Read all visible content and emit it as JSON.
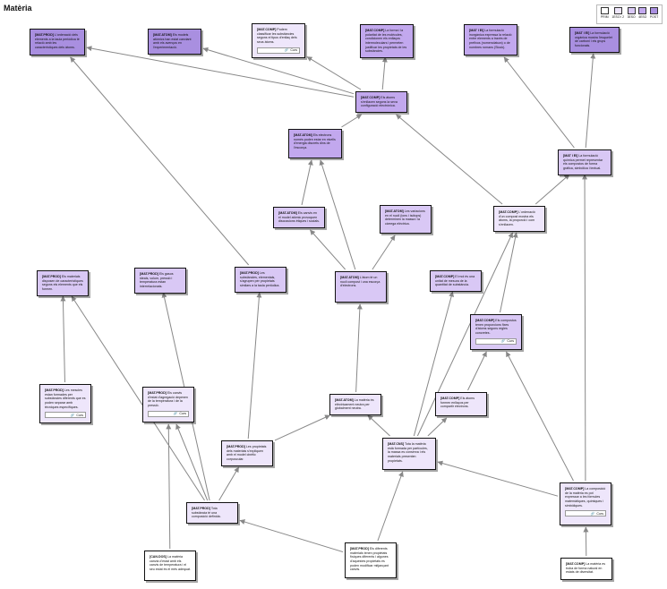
{
  "title": "Matèria",
  "curs_label": "Curs",
  "legend": [
    {
      "label": "PRIM",
      "color": "#ffffff"
    },
    {
      "label": "1ESO i 2",
      "color": "#eee6fb"
    },
    {
      "label": "3ESO",
      "color": "#d9c8f5"
    },
    {
      "label": "4ESO",
      "color": "#c2a8ee"
    },
    {
      "label": "POST",
      "color": "#a98fe0"
    }
  ],
  "nodes": [
    {
      "id": "n1",
      "code": "[MAT.PROD]",
      "text": "L'ordenació dels elements a la taula periòdica té relació amb les característiques dels àtoms.",
      "level": 4
    },
    {
      "id": "n2",
      "code": "[MAT.ATOM]",
      "text": "Els models atòmics han estat canviant amb els avenços en l'experimentació.",
      "level": 4
    },
    {
      "id": "n3",
      "code": "[MAT.COMP]",
      "text": "Podem classificar les substàncies segons el tipus d'enllaç dels seus àtoms.",
      "level": 1,
      "curs": true
    },
    {
      "id": "n4",
      "code": "[MAT.COMP]",
      "text": "La forma i la polaritat de les molècules, condicionen els enllaços intermoleculars i permeten justificar les propietats de les substàncies.",
      "level": 3
    },
    {
      "id": "n5",
      "code": "[MAT I EI]",
      "text": "La formulació inorgànica expressa la relació entre elements a través de prefixos (nomenclatura) o de nombres romans (Stock).",
      "level": 3
    },
    {
      "id": "n6",
      "code": "[MAT I EI]",
      "text": "La formulació orgànica mostra l'esquelet de carboni i els grups funcionals.",
      "level": 4
    },
    {
      "id": "n7",
      "code": "[MAT.COMP]",
      "text": "Els àtoms s'enllacen segons la seva configuració electrònica.",
      "level": 3
    },
    {
      "id": "n8",
      "code": "[MAT.ATOM]",
      "text": "Els electrons només poden estar en nivells d'energia discrets dins de l'escorça.",
      "level": 3
    },
    {
      "id": "n9",
      "code": "[MAT I EI]",
      "text": "La formulació química permet representar els compostos de forma gràfica, simbòlica i textual.",
      "level": 2
    },
    {
      "id": "n10",
      "code": "[MAT.ATOM]",
      "text": "Els canvis en el model atòmic provoquen discussions ètiques i socials.",
      "level": 2
    },
    {
      "id": "n11",
      "code": "[MAT.ATOM]",
      "text": "Les variacions en el nucli (ions i isòtops) determinen la massa i la càrrega elèctrica.",
      "level": 2
    },
    {
      "id": "n12",
      "code": "[MAT.COMP]",
      "text": "L'ordenació d'un compost mostra els àtoms, la proporció i com s'enllacen.",
      "level": 1
    },
    {
      "id": "n13",
      "code": "[MAT.PROD]",
      "text": "Els materials disposen de característiques segons els elements que els formen.",
      "level": 2
    },
    {
      "id": "n14",
      "code": "[MAT.PROD]",
      "text": "Els gasos ideals, volum, pressió i temperatura estan interrelacionats.",
      "level": 2
    },
    {
      "id": "n15",
      "code": "[MAT.PROD]",
      "text": "Les substàncies, elementals, s'agrupen per propietats similars a la taula periòdica.",
      "level": 2
    },
    {
      "id": "n16",
      "code": "[MAT.ATOM]",
      "text": "L'àtom té un nucli compost i una escorça d'electrons.",
      "level": 2
    },
    {
      "id": "n17",
      "code": "[MAT.COMP]",
      "text": "El mol és una unitat de mesura de la quantitat de substància.",
      "level": 2
    },
    {
      "id": "n18",
      "code": "[MAT.COMP]",
      "text": "Els compostos tenen proporcions fixes d'àtoms segons regles concretes.",
      "level": 2,
      "curs": true
    },
    {
      "id": "n19",
      "code": "[MAT.PROD]",
      "text": "Les mescles estan formades per substàncies diferents que es poden separar amb tècniques específiques.",
      "level": 1,
      "curs": true
    },
    {
      "id": "n20",
      "code": "[MAT.PROD]",
      "text": "Els canvis d'estat d'agregació depenen de la temperatura i de la pressió.",
      "level": 1,
      "curs": true
    },
    {
      "id": "n21",
      "code": "[MAT.ATOM]",
      "text": "La matèria és elèctricament neutra per globalment neutra.",
      "level": 1
    },
    {
      "id": "n22",
      "code": "[MAT.COMP]",
      "text": "Els àtoms formen enllaços per compartir electrons.",
      "level": 1
    },
    {
      "id": "n23",
      "code": "[MAT.PROD]",
      "text": "Les propietats dels materials s'expliquen amb el model cinètic corpuscular.",
      "level": 1
    },
    {
      "id": "n24",
      "code": "[MAT.CNS]",
      "text": "Tota la matèria està formada per partícules, la massa es conserva i els materials presenten propietats.",
      "level": 1
    },
    {
      "id": "n25",
      "code": "[MAT.PROD]",
      "text": "Tota substància té una composició definida.",
      "level": 1
    },
    {
      "id": "n26",
      "code": "[MAT.COMP]",
      "text": "La composició de la matèria es pot expressar a les fórmules matemàtiques, químiques i simbòliques.",
      "level": 1,
      "curs": true
    },
    {
      "id": "n27",
      "code": "[CAN.DOS]",
      "text": "La matèria canvia d'estat amb els canvis de temperatura i el seu estat és el més adequat.",
      "level": 0
    },
    {
      "id": "n28",
      "code": "[MAT.PROD]",
      "text": "Els diferents materials tenen propietats físiques diferents i algunes d'aquestes propietats es poden modificar mitjançant canvis.",
      "level": 0
    },
    {
      "id": "n29",
      "code": "[MAT.COMP]",
      "text": "La matèria es troba de forma natural en estats de diversitat.",
      "level": 0
    }
  ]
}
